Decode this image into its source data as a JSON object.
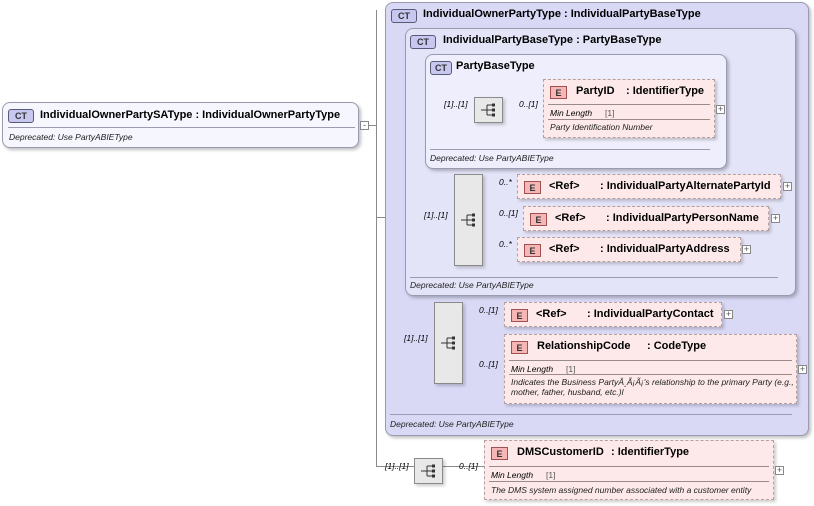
{
  "root": {
    "badge": "CT",
    "title": "IndividualOwnerPartySAType : IndividualOwnerPartyType",
    "footer": "Deprecated: Use PartyABIEType"
  },
  "outer": {
    "badge": "CT",
    "title": "IndividualOwnerPartyType : IndividualPartyBaseType",
    "footer": "Deprecated: Use PartyABIEType"
  },
  "mid": {
    "badge": "CT",
    "title": "IndividualPartyBaseType : PartyBaseType",
    "footer": "Deprecated: Use PartyABIEType"
  },
  "inner": {
    "badge": "CT",
    "title": "PartyBaseType",
    "footer": "Deprecated: Use PartyABIEType"
  },
  "elements": {
    "party_id": {
      "badge": "E",
      "name": "PartyID",
      "type": ": IdentifierType",
      "facet_label": "Min Length",
      "facet_value": "[1]",
      "description": "Party Identification Number"
    },
    "alt_party": {
      "badge": "E",
      "ref": "<Ref>",
      "name": ": IndividualPartyAlternatePartyId"
    },
    "person_name": {
      "badge": "E",
      "ref": "<Ref>",
      "name": ": IndividualPartyPersonName"
    },
    "address": {
      "badge": "E",
      "ref": "<Ref>",
      "name": ": IndividualPartyAddress"
    },
    "contact": {
      "badge": "E",
      "ref": "<Ref>",
      "name": ": IndividualPartyContact"
    },
    "relationship": {
      "badge": "E",
      "name": "RelationshipCode",
      "type": ": CodeType",
      "facet_label": "Min Length",
      "facet_value": "[1]",
      "description": "Indicates the Business PartyÂ¸Ã¡Ã¡'s relationship to the primary Party (e.g., mother, father, husband, etc.)l"
    },
    "dms": {
      "badge": "E",
      "name": "DMSCustomerID",
      "type": ": IdentifierType",
      "facet_label": "Min Length",
      "facet_value": "[1]",
      "description": "The DMS system assigned number associated with a customer entity"
    }
  },
  "cardinalities": {
    "seq_inner": "[1]..[1]",
    "party_id": "0..[1]",
    "seq_mid": "[1]..[1]",
    "alt_party": "0..*",
    "person_name": "0..[1]",
    "address": "0..*",
    "seq_outer": "[1]..[1]",
    "contact": "0..[1]",
    "relationship": "0..[1]",
    "seq_root": "[1]..[1]",
    "dms": "0..[1]"
  },
  "icons": {
    "sequence": "sequence-icon",
    "expand": "plus-icon",
    "collapse": "minus-icon"
  }
}
